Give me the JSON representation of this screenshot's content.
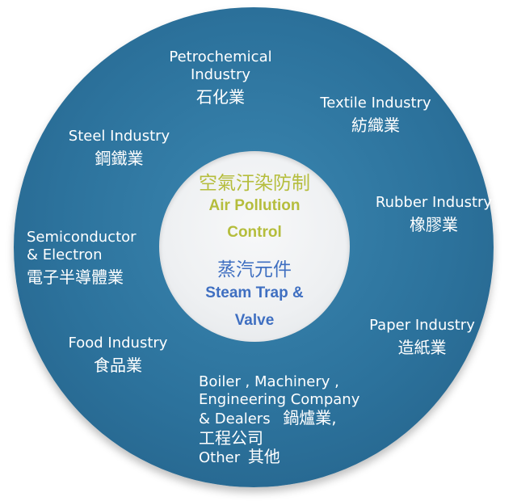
{
  "center": {
    "air_zh": "空氣汙染防制",
    "air_en_1": "Air Pollution",
    "air_en_2": "Control",
    "steam_zh": "蒸汽元件",
    "steam_en_1": "Steam Trap &",
    "steam_en_2": "Valve"
  },
  "industries": {
    "petrochemical": {
      "en_1": "Petrochemical",
      "en_2": "Industry",
      "zh": "石化業"
    },
    "textile": {
      "en": "Textile Industry",
      "zh": "紡織業"
    },
    "steel": {
      "en": "Steel Industry",
      "zh": "鋼鐵業"
    },
    "rubber": {
      "en": "Rubber Industry",
      "zh": "橡膠業"
    },
    "semiconductor": {
      "en_1": "Semiconductor",
      "en_2": "& Electron",
      "zh": "電子半導體業"
    },
    "paper": {
      "en": "Paper Industry",
      "zh": "造紙業"
    },
    "food": {
      "en": "Food Industry",
      "zh": "食品業"
    },
    "boiler": {
      "line_1": "Boiler , Machinery ,",
      "line_2": "Engineering Company",
      "line_3_en": "& Dealers",
      "line_3_zh": "鍋爐業,",
      "line_4": "工程公司",
      "line_5_en": "Other",
      "line_5_zh": "其他"
    }
  },
  "colors": {
    "ring": "#2c729c",
    "core": "#eef0f2",
    "air_text": "#b5bd3c",
    "steam_text": "#3f6fc1",
    "label_text": "#ffffff"
  }
}
